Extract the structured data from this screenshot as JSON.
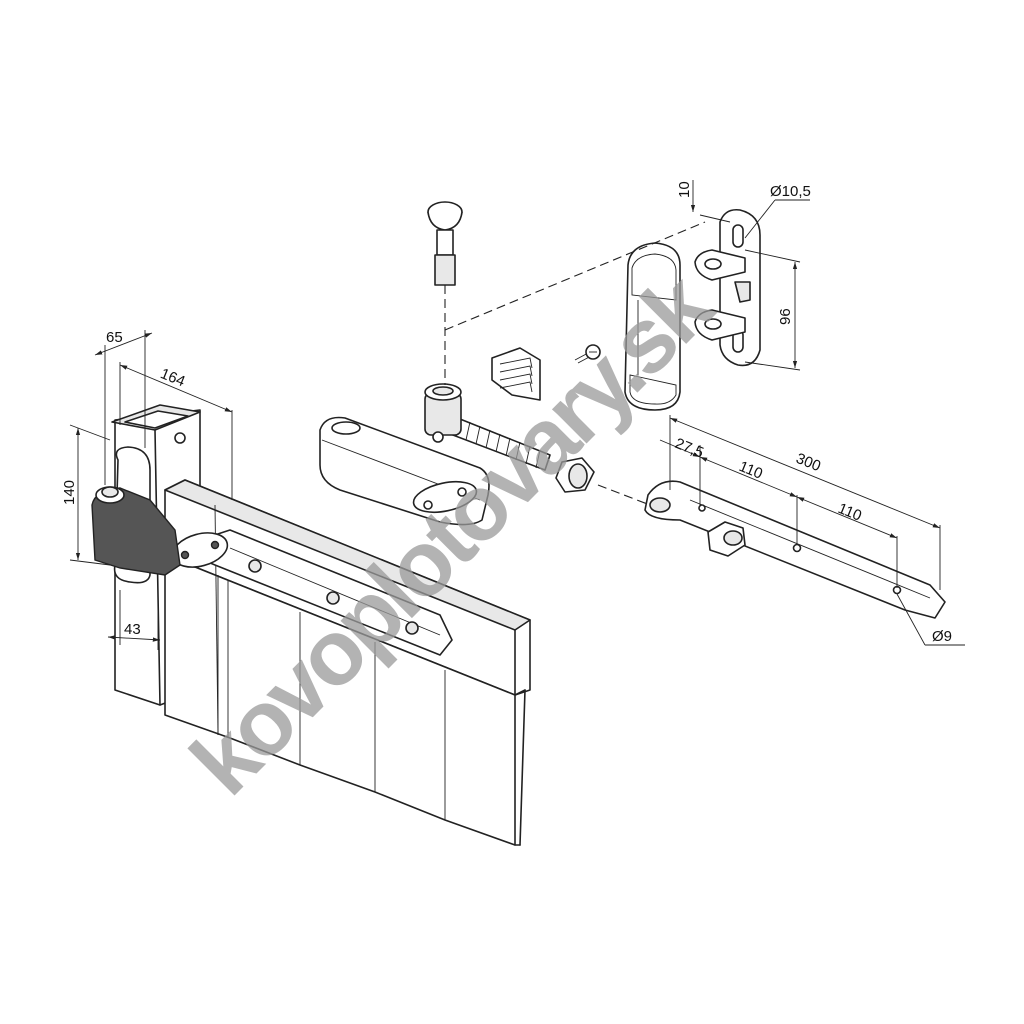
{
  "watermark": "kovoplotovary.sk",
  "dimensions": {
    "post_width": "65",
    "hinge_reach": "164",
    "hinge_height": "140",
    "post_offset": "43",
    "bracket_offset": "10",
    "bracket_hole": "Ø10,5",
    "bracket_height": "96",
    "strap_first_hole": "27,5",
    "strap_spacing_1": "110",
    "strap_length": "300",
    "strap_spacing_2": "110",
    "strap_hole": "Ø9"
  }
}
